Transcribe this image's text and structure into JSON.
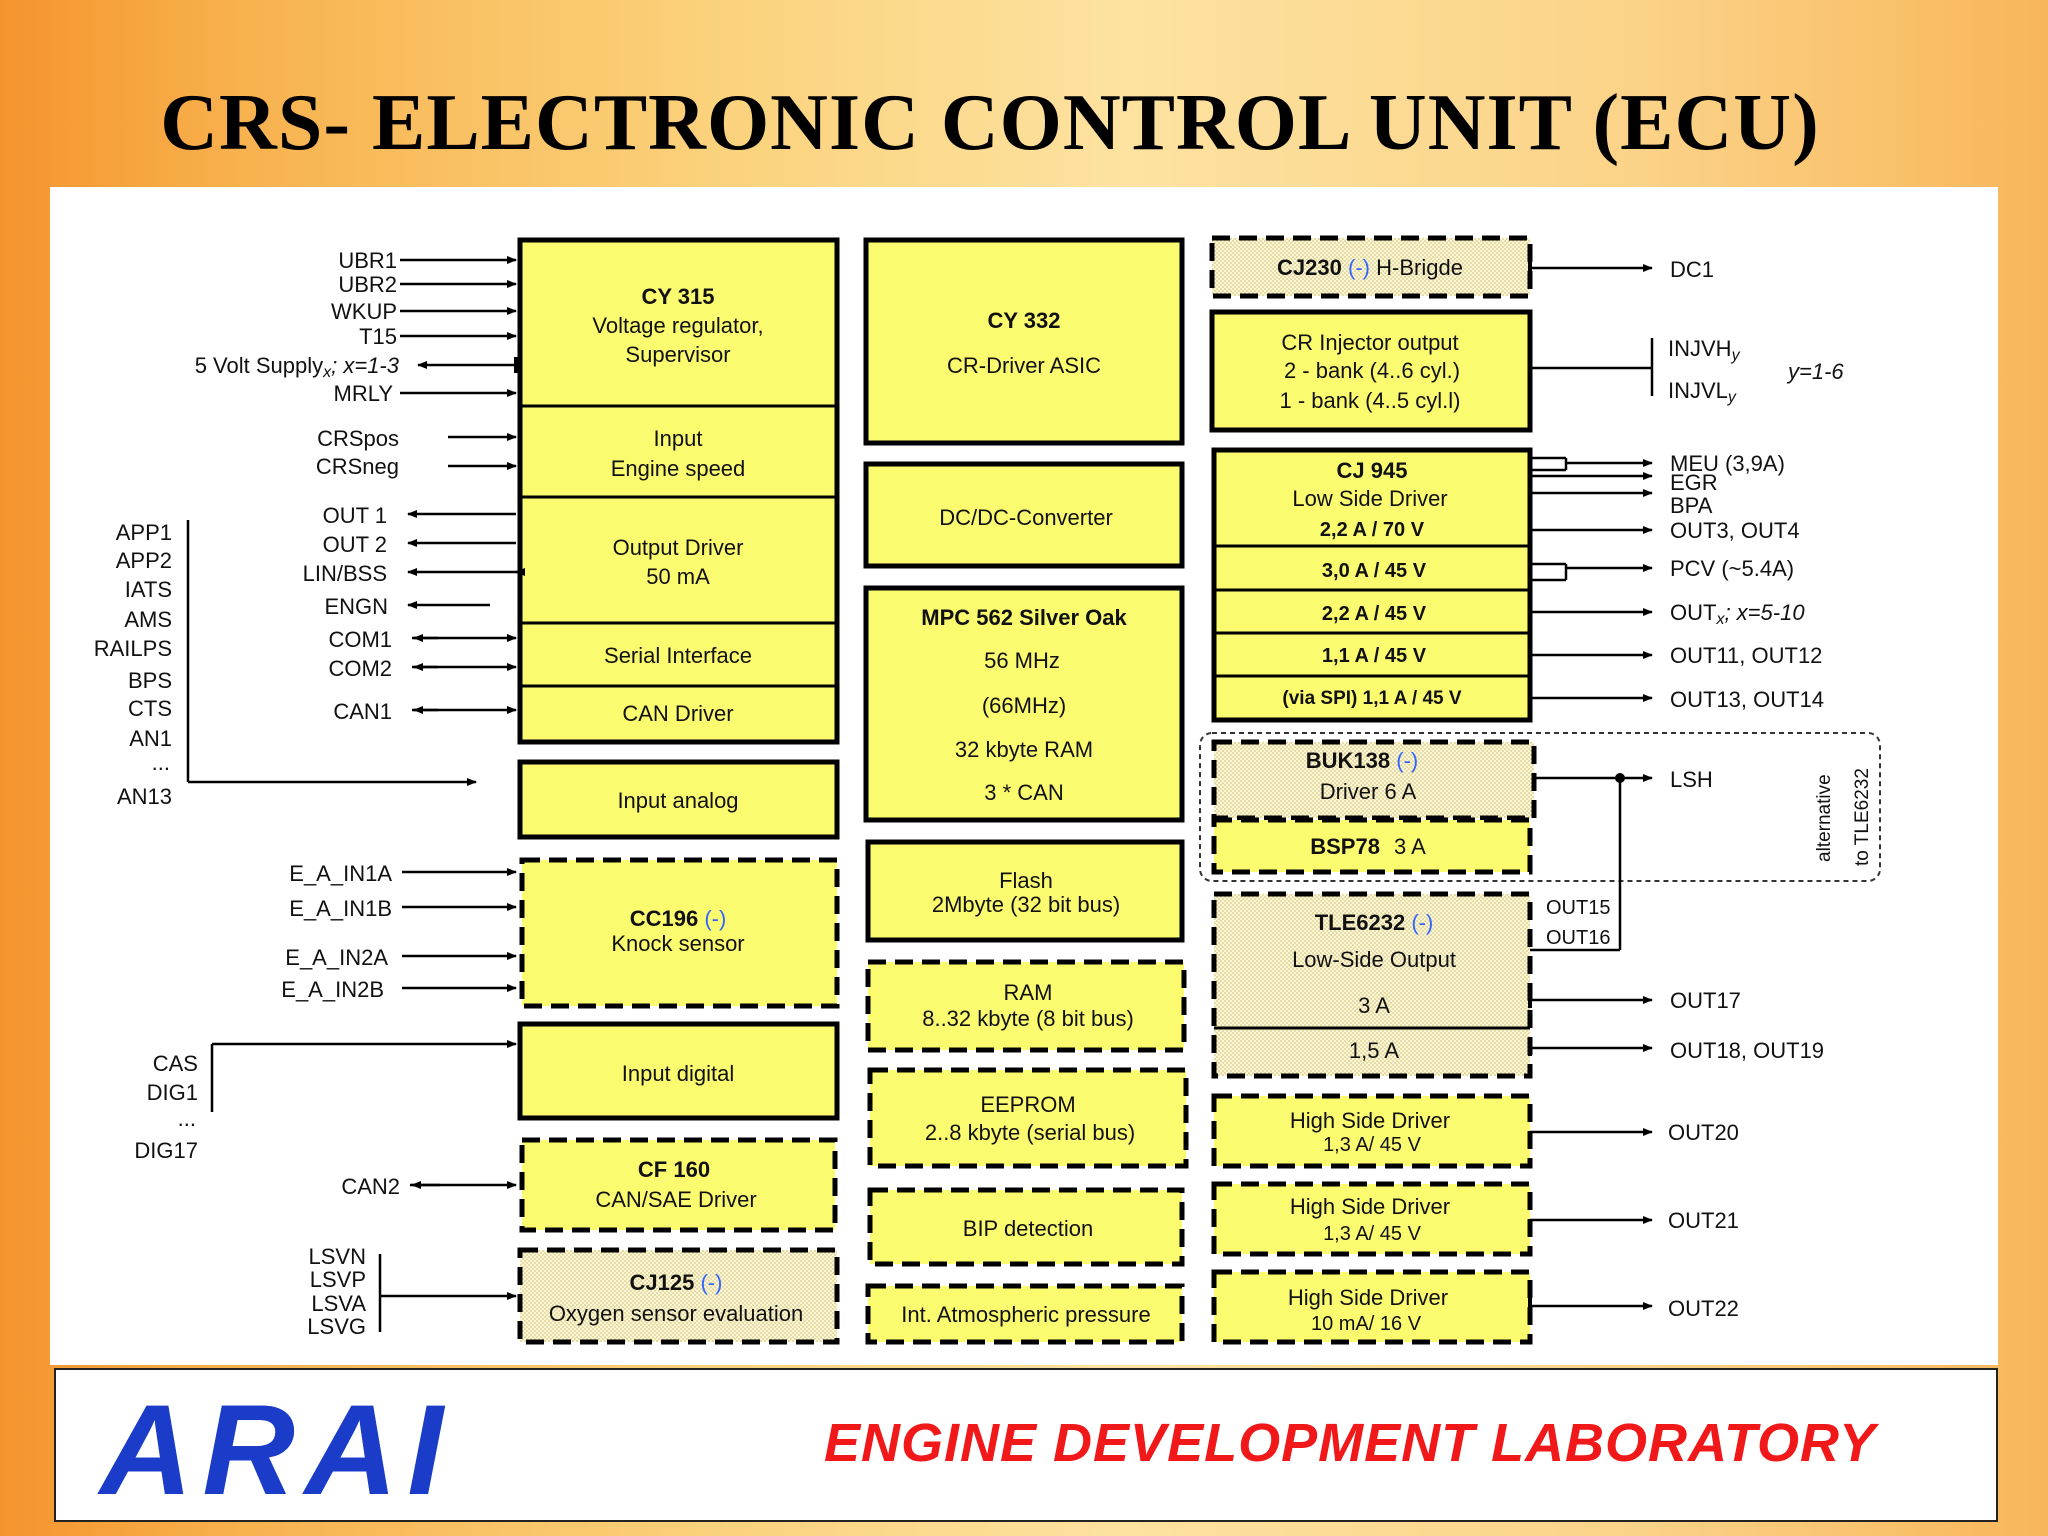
{
  "title": "CRS- ELECTRONIC CONTROL UNIT (ECU)",
  "footer": {
    "logo": "ARAI",
    "lab": "ENGINE DEVELOPMENT LABORATORY"
  },
  "colors": {
    "block_fill": "#fbfb70",
    "dotted_fill": "#f2ebb6",
    "blue_dash": "#3366ff",
    "title_text": "#000000",
    "lab_text": "#f01818",
    "logo": "#1a3cc8"
  },
  "left_signals": {
    "ubr1": "UBR1",
    "ubr2": "UBR2",
    "wkup": "WKUP",
    "t15": "T15",
    "supply_a": "5 Volt Supply",
    "supply_b": "x",
    "supply_c": "; x=1-3",
    "mrly": "MRLY",
    "crspos": "CRSpos",
    "crsneg": "CRSneg",
    "out1": "OUT 1",
    "out2": "OUT 2",
    "linbss": "LIN/BSS",
    "engn": "ENGN",
    "com1": "COM1",
    "com2": "COM2",
    "can1": "CAN1",
    "app1": "APP1",
    "app2": "APP2",
    "iats": "IATS",
    "ams": "AMS",
    "railps": "RAILPS",
    "bps": "BPS",
    "cts": "CTS",
    "an1": "AN1",
    "dots1": "...",
    "an13": "AN13",
    "ea_in1a": "E_A_IN1A",
    "ea_in1b": "E_A_IN1B",
    "ea_in2a": "E_A_IN2A",
    "ea_in2b": "E_A_IN2B",
    "cas": "CAS",
    "dig1": "DIG1",
    "dots2": "...",
    "dig17": "DIG17",
    "can2": "CAN2",
    "lsvn": "LSVN",
    "lsvp": "LSVP",
    "lsva": "LSVA",
    "lsvg": "LSVG"
  },
  "col1": {
    "cy315_name": "CY 315",
    "cy315_l1": "Voltage regulator,",
    "cy315_l2": "Supervisor",
    "input_l1": "Input",
    "input_l2": "Engine speed",
    "outdrv_l1": "Output Driver",
    "outdrv_l2": "50 mA",
    "serial": "Serial Interface",
    "can_driver": "CAN Driver",
    "input_analog": "Input analog",
    "cc196_name": "CC196",
    "cc196_tag": "(-)",
    "cc196_l1": "Knock sensor",
    "input_digital": "Input digital",
    "cf160_name": "CF 160",
    "cf160_l1": "CAN/SAE Driver",
    "cj125_name": "CJ125",
    "cj125_tag": "(-)",
    "cj125_l1": "Oxygen sensor evaluation"
  },
  "col2": {
    "cy332_name": "CY 332",
    "cy332_l1": "CR-Driver ASIC",
    "dcdc": "DC/DC-Converter",
    "mpc_name": "MPC 562 Silver Oak",
    "mpc_l1": "56 MHz",
    "mpc_l2": "(66MHz)",
    "mpc_l3": "32  kbyte RAM",
    "mpc_l4": "3 * CAN",
    "flash_l1": "Flash",
    "flash_l2": "2Mbyte (32 bit bus)",
    "ram_l1": "RAM",
    "ram_l2": "8..32 kbyte (8 bit bus)",
    "eeprom_l1": "EEPROM",
    "eeprom_l2": "2..8 kbyte (serial bus)",
    "bip": "BIP detection",
    "atm": "Int. Atmospheric pressure"
  },
  "col3": {
    "cj230_name": "CJ230",
    "cj230_tag": "(-)",
    "cj230_l1": "H-Brigde",
    "inj_l1": "CR Injector output",
    "inj_l2": "2 - bank (4..6 cyl.)",
    "inj_l3": "1 - bank (4..5 cyl.l)",
    "cj945_name": "CJ 945",
    "cj945_l1": "Low Side Driver",
    "cj945_r1": "2,2 A / 70 V",
    "cj945_r2": "3,0 A / 45 V",
    "cj945_r3": "2,2 A / 45 V",
    "cj945_r4": "1,1 A / 45 V",
    "cj945_r5": "(via SPI) 1,1 A / 45 V",
    "buk_name": "BUK138",
    "buk_tag": "(-)",
    "buk_l1": "Driver   6 A",
    "bsp_name": "BSP78",
    "bsp_l1": "3 A",
    "tle_name": "TLE6232",
    "tle_tag": "(-)",
    "tle_l1": "Low-Side Output",
    "tle_l2": "3 A",
    "tle_l3": "1,5 A",
    "hs1_l1": "High Side Driver",
    "hs1_l2": "1,3 A/ 45 V",
    "hs2_l1": "High Side Driver",
    "hs2_l2": "1,3 A/ 45 V",
    "hs3_l1": "High Side Driver",
    "hs3_l2": "10 mA/ 16 V"
  },
  "right_signals": {
    "dc1": "DC1",
    "injvh": "INJVH",
    "injvl": "INJVL",
    "y": "y",
    "y_range": "y=1-6",
    "meu": "MEU (3,9A)",
    "egr": "EGR",
    "bpa": "BPA",
    "out34": "OUT3, OUT4",
    "pcv": "PCV (~5.4A)",
    "outx_a": "OUT",
    "outx_b": "x",
    "outx_c": "; x=5-10",
    "out1112": "OUT11, OUT12",
    "out1314": "OUT13, OUT14",
    "lsh": "LSH",
    "alt_l1": "alternative",
    "alt_l2": "to TLE6232",
    "out15": "OUT15",
    "out16": "OUT16",
    "out17": "OUT17",
    "out1819": "OUT18, OUT19",
    "out20": "OUT20",
    "out21": "OUT21",
    "out22": "OUT22"
  }
}
